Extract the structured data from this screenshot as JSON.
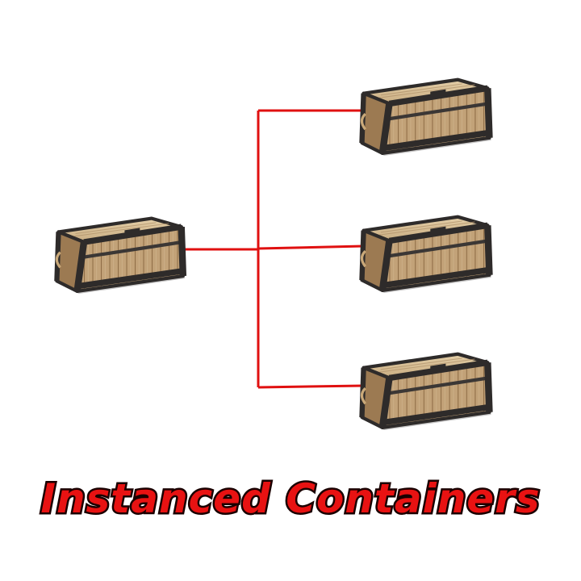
{
  "title": "Instanced Containers",
  "colors": {
    "connector": "#e01010",
    "title_fill": "#e81212",
    "title_outline": "#1a0000",
    "wood_light": "#d8bf95",
    "wood_mid": "#b8976a",
    "wood_dark": "#8a6a44",
    "iron": "#2e2b2a"
  },
  "diagram": {
    "source": {
      "name": "source-crate-icon"
    },
    "instances": [
      {
        "name": "instance-crate-icon-1"
      },
      {
        "name": "instance-crate-icon-2"
      },
      {
        "name": "instance-crate-icon-3"
      }
    ]
  }
}
